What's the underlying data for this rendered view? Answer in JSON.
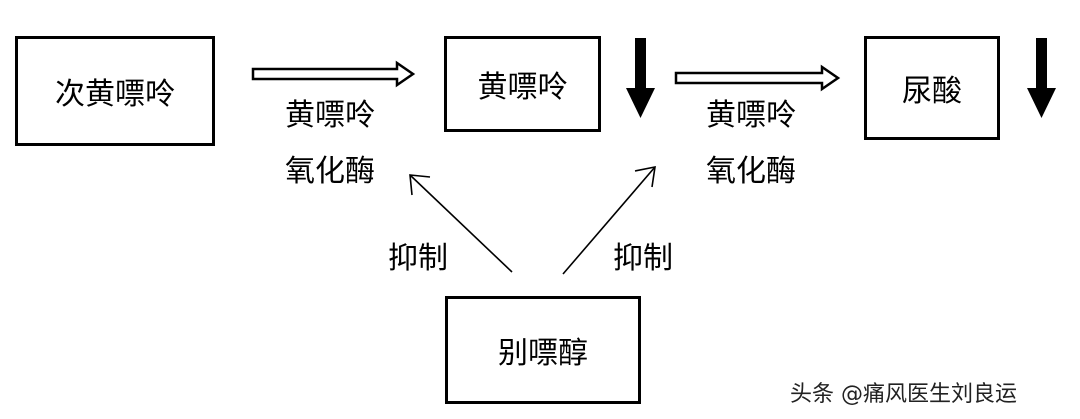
{
  "nodes": {
    "hypoxanthine": "次黄嘌呤",
    "xanthine": "黄嘌呤",
    "uric_acid": "尿酸",
    "allopurinol": "别嘌醇"
  },
  "enzyme_1": {
    "line1": "黄嘌呤",
    "line2": "氧化酶"
  },
  "enzyme_2": {
    "line1": "黄嘌呤",
    "line2": "氧化酶"
  },
  "inhibit_1": "抑制",
  "inhibit_2": "抑制",
  "watermark": "头条 @痛风医生刘良运",
  "colors": {
    "stroke": "#000000",
    "background": "#ffffff"
  }
}
